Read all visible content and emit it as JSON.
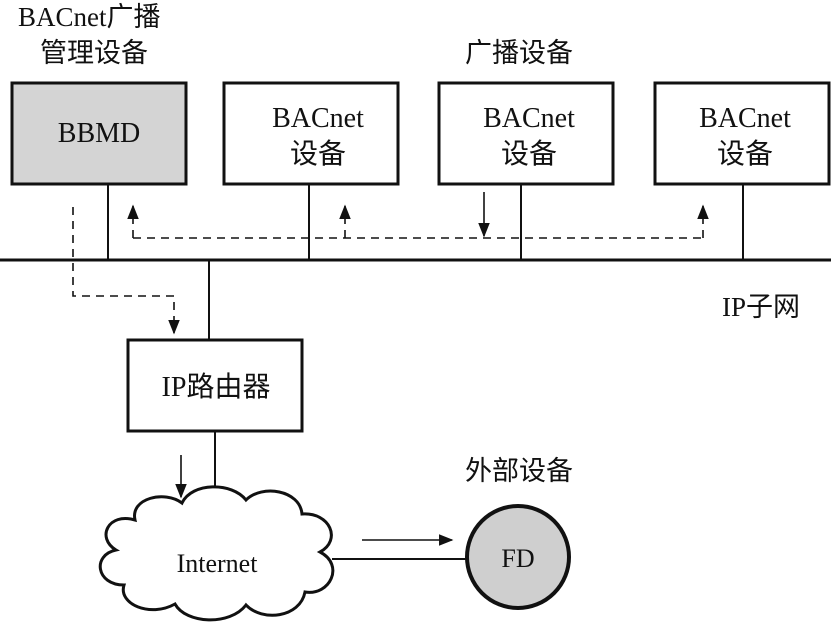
{
  "labels": {
    "bbmd_caption_line1": "BACnet广播",
    "bbmd_caption_line2": "管理设备",
    "broadcast_caption": "广播设备",
    "subnet_label": "IP子网",
    "external_caption": "外部设备"
  },
  "nodes": {
    "bbmd": "BBMD",
    "device_line1": "BACnet",
    "device_line2": "设备",
    "router": "IP路由器",
    "internet": "Internet",
    "fd": "FD"
  },
  "colors": {
    "line": "#111111",
    "bbmd_fill": "#d4d4d4",
    "fd_fill": "#cfcfcf",
    "background": "#ffffff"
  }
}
